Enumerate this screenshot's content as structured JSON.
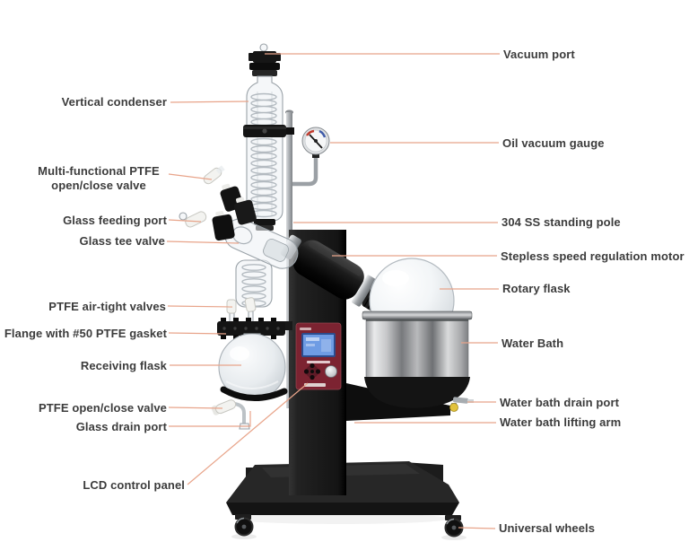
{
  "colors": {
    "background": "#ffffff",
    "leader_line": "#e8a48a",
    "label_text": "#3c3c3c",
    "panel_maroon": "#7c2331",
    "lcd_blue": "#6f9ce4",
    "drain_yellow": "#e2c23c",
    "machine_black": "#161616",
    "glass_stroke": "#9aa2a8",
    "steel_gray": "#b9babc"
  },
  "labels": {
    "left": [
      {
        "id": "vertical-condenser",
        "text": "Vertical condenser"
      },
      {
        "id": "multi-functional-ptfe-valve",
        "text": "Multi-functional PTFE open/close valve"
      },
      {
        "id": "glass-feeding-port",
        "text": "Glass feeding port"
      },
      {
        "id": "glass-tee-valve",
        "text": "Glass tee valve"
      },
      {
        "id": "ptfe-air-tight-valves",
        "text": "PTFE air-tight valves"
      },
      {
        "id": "flange-ptfe-gasket",
        "text": "Flange with #50 PTFE gasket"
      },
      {
        "id": "receiving-flask",
        "text": "Receiving flask"
      },
      {
        "id": "ptfe-open-close-valve",
        "text": "PTFE open/close valve"
      },
      {
        "id": "glass-drain-port",
        "text": "Glass drain port"
      },
      {
        "id": "lcd-control-panel",
        "text": "LCD control panel"
      }
    ],
    "right": [
      {
        "id": "vacuum-port",
        "text": "Vacuum port"
      },
      {
        "id": "oil-vacuum-gauge",
        "text": "Oil vacuum gauge"
      },
      {
        "id": "standing-pole",
        "text": "304 SS standing pole"
      },
      {
        "id": "speed-regulation-motor",
        "text": "Stepless speed regulation motor"
      },
      {
        "id": "rotary-flask",
        "text": "Rotary flask"
      },
      {
        "id": "water-bath",
        "text": "Water Bath"
      },
      {
        "id": "water-bath-drain-port",
        "text": "Water bath drain port"
      },
      {
        "id": "water-bath-lifting-arm",
        "text": "Water bath lifting arm"
      },
      {
        "id": "universal-wheels",
        "text": "Universal wheels"
      }
    ]
  }
}
